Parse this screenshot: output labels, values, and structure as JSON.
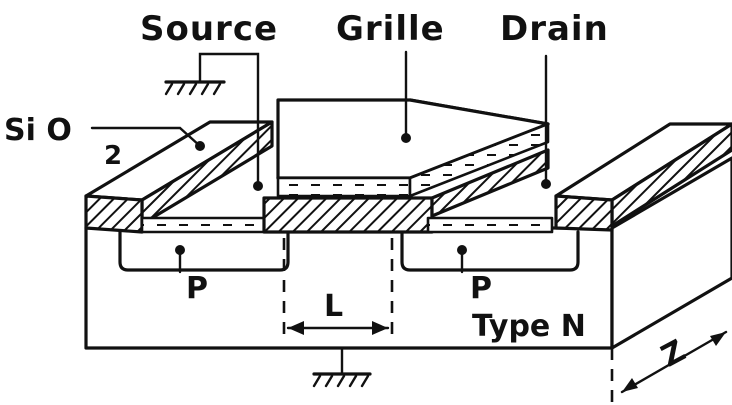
{
  "labels": {
    "source": "Source",
    "gate": "Grille",
    "drain": "Drain",
    "oxide_main": "Si O",
    "oxide_sub": "2",
    "p_left": "P",
    "p_right": "P",
    "length": "L",
    "substrate": "Type N",
    "width": "Z"
  }
}
